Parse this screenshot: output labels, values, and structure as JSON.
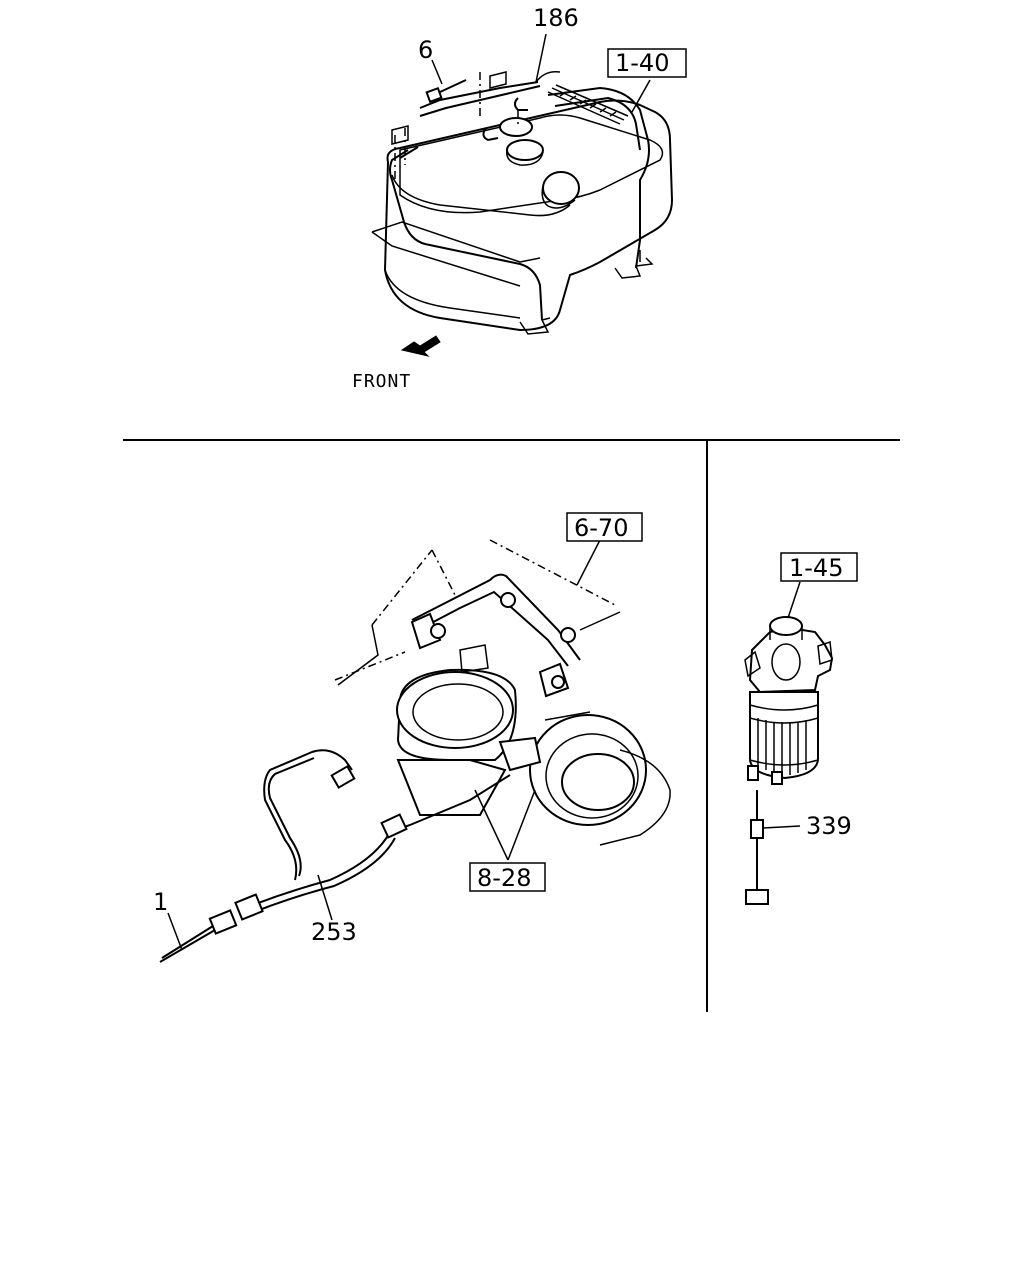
{
  "labels": {
    "top_wire_part": "186",
    "top_clip_part": "6",
    "top_ref": "1-40",
    "front": "FRONT",
    "horn_ref_top": "6-70",
    "horn_ref_bottom": "8-28",
    "harness_part": "253",
    "lead_part": "1",
    "filter_ref": "1-45",
    "filter_wire_part": "339"
  }
}
